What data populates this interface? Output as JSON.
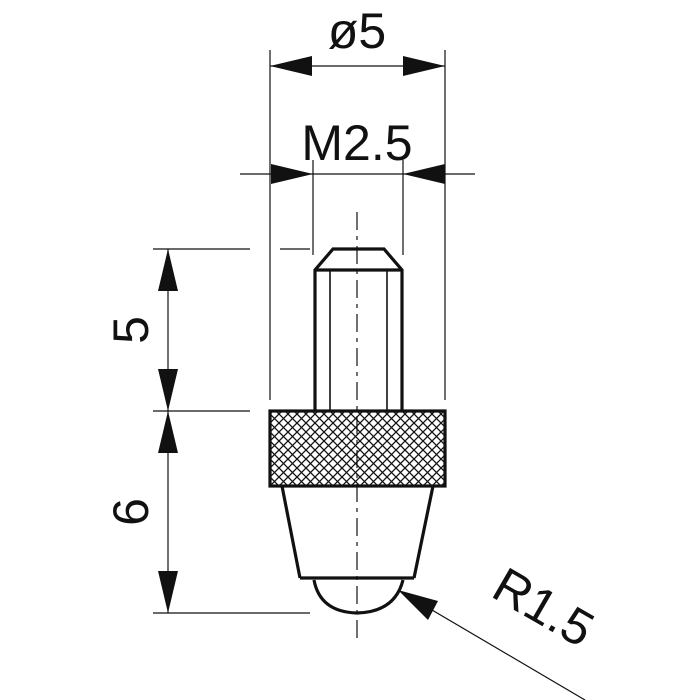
{
  "labels": {
    "outer_diameter": "ø5",
    "thread": "M2.5",
    "shank_length": "5",
    "head_length": "6",
    "tip_radius": "R1.5"
  }
}
